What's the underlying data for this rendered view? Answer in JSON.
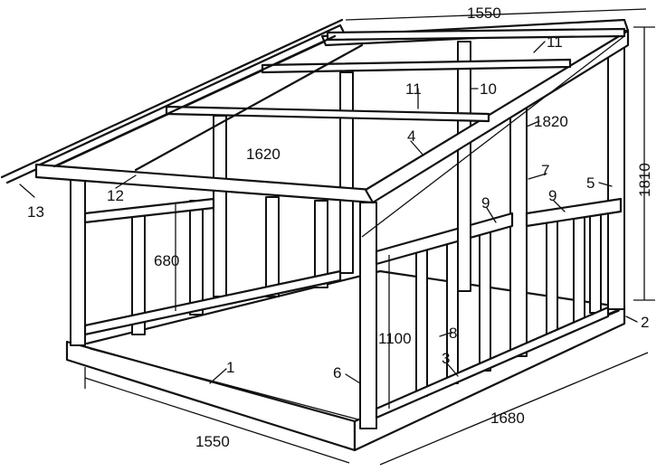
{
  "dimensions": {
    "top_width": "1550",
    "height_right": "1810",
    "side_right": "1820",
    "front_beam": "1620",
    "left_opening": "680",
    "rail_height": "1100",
    "base_right": "1680",
    "base_front": "1550"
  },
  "callouts": {
    "n1": "1",
    "n2": "2",
    "n3": "3",
    "n4": "4",
    "n5": "5",
    "n6": "6",
    "n7": "7",
    "n8": "8",
    "n9a": "9",
    "n9b": "9",
    "n10": "10",
    "n11a": "11",
    "n11b": "11",
    "n12": "12",
    "n13": "13"
  }
}
